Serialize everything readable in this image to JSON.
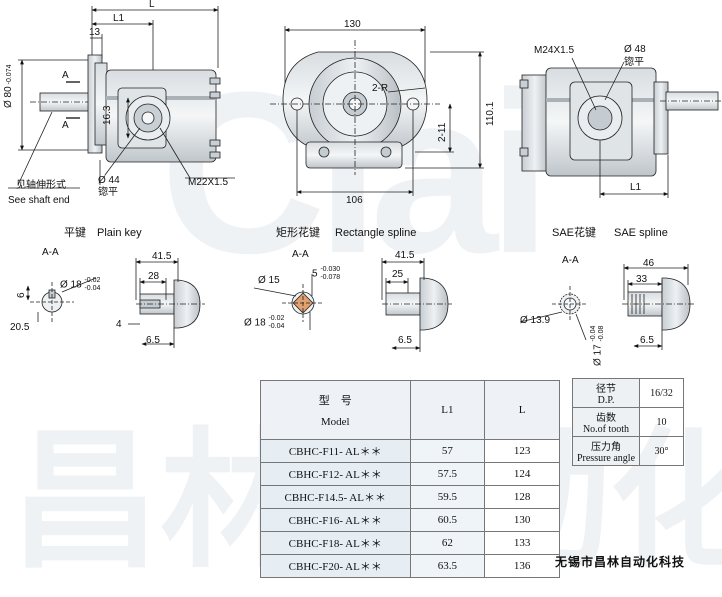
{
  "watermark": {
    "logo_text": "Clai",
    "chinese_text": "昌林自动化"
  },
  "front_view": {
    "dim_L": "L",
    "dim_L1": "L1",
    "dim_13": "13",
    "dim_phi80": "Ø 80",
    "tol_phi80": "-0.074",
    "tol_phi80_upper": "0",
    "dim_16_3": "16.3",
    "section_mark_a": "A",
    "dim_phi44": "Ø 44",
    "note_countersink": "锪平",
    "thread_port": "M22X1.5",
    "note_shaft_zh": "见轴伸形式",
    "note_shaft_en": "See shaft end"
  },
  "side_view": {
    "dim_130": "130",
    "dim_2R": "2-R",
    "dim_2_11": "2-11",
    "dim_110_1": "110.1",
    "dim_106": "106"
  },
  "rear_view": {
    "thread": "M24X1.5",
    "dim_phi48": "Ø 48",
    "note_countersink": "锪平",
    "dim_L1": "L1"
  },
  "plain_key": {
    "title_zh": "平键",
    "title_en": "Plain key",
    "section": "A-A",
    "dim_phi18": "Ø 18",
    "tol_upper": "-0.02",
    "tol_lower": "-0.04",
    "dim_6": "6",
    "dim_20_5": "20.5",
    "dim_41_5": "41.5",
    "dim_28": "28",
    "dim_4": "4",
    "dim_6_5": "6.5"
  },
  "rect_spline": {
    "title_zh": "矩形花键",
    "title_en": "Rectangle spline",
    "section": "A-A",
    "dim_phi15": "Ø 15",
    "dim_5": "5",
    "tol5_upper": "-0.030",
    "tol5_lower": "-0.078",
    "dim_phi18": "Ø 18",
    "tol18_upper": "-0.02",
    "tol18_lower": "-0.04",
    "dim_41_5": "41.5",
    "dim_25": "25",
    "dim_6_5": "6.5"
  },
  "sae_spline": {
    "title_zh": "SAE花键",
    "title_en": "SAE spline",
    "section": "A-A",
    "dim_46": "46",
    "dim_33": "33",
    "dim_phi13_9": "Ø 13.9",
    "dim_phi17": "Ø 17",
    "tol_upper": "-0.04",
    "tol_lower": "-0.08",
    "dim_6_5": "6.5"
  },
  "model_table": {
    "header_model_zh": "型　号",
    "header_model_en": "Model",
    "header_L1": "L1",
    "header_L": "L",
    "rows": [
      {
        "model": "CBHC-F11- AL＊＊",
        "L1": "57",
        "L": "123"
      },
      {
        "model": "CBHC-F12- AL＊＊",
        "L1": "57.5",
        "L": "124"
      },
      {
        "model": "CBHC-F14.5- AL＊＊",
        "L1": "59.5",
        "L": "128"
      },
      {
        "model": "CBHC-F16- AL＊＊",
        "L1": "60.5",
        "L": "130"
      },
      {
        "model": "CBHC-F18- AL＊＊",
        "L1": "62",
        "L": "133"
      },
      {
        "model": "CBHC-F20- AL＊＊",
        "L1": "63.5",
        "L": "136"
      }
    ]
  },
  "gear_table": {
    "rows": [
      {
        "label_zh": "径节",
        "label_en": "D.P.",
        "value": "16/32"
      },
      {
        "label_zh": "齿数",
        "label_en": "No.of tooth",
        "value": "10"
      },
      {
        "label_zh": "压力角",
        "label_en": "Pressure angle",
        "value": "30°"
      }
    ]
  },
  "company": "无锡市昌林自动化科技"
}
